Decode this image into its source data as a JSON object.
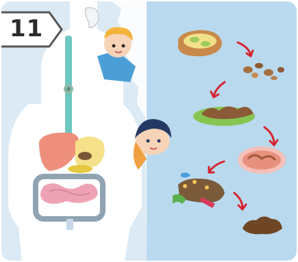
{
  "page_number": "11",
  "colors": {
    "left_bg": "#dceaf5",
    "right_bg": "#b9d9ee",
    "arrow": "#d6242e",
    "body": "#ffffff"
  },
  "icons": [
    "ear-icon",
    "esophagus-icon",
    "stomach-icon",
    "liver-icon",
    "intestine-icon",
    "boy-character",
    "girl-character",
    "sandwich-icon",
    "chewed-food-icon",
    "chyme-icon",
    "stomach-food-icon",
    "bacteria-icon",
    "stool-icon",
    "arrow-icon"
  ]
}
